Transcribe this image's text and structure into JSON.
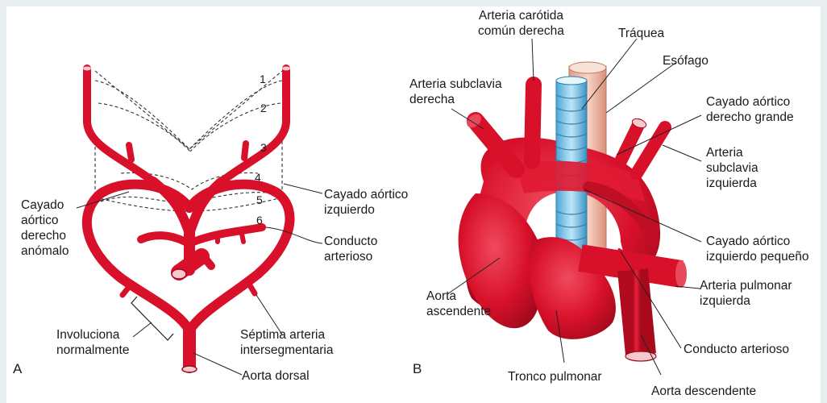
{
  "panel_a": {
    "letter": "A",
    "arch_numbers": [
      "1",
      "2",
      "3",
      "4",
      "5",
      "6"
    ],
    "labels": {
      "right_arch": [
        "Cayado",
        "aórtico",
        "derecho",
        "anómalo"
      ],
      "left_arch": [
        "Cayado aórtico",
        "izquierdo"
      ],
      "ductus": [
        "Conducto",
        "arterioso"
      ],
      "involutes": [
        "Involuciona",
        "normalmente"
      ],
      "seventh": [
        "Séptima arteria",
        "intersegmentaria"
      ],
      "dorsal": "Aorta dorsal"
    }
  },
  "panel_b": {
    "letter": "B",
    "labels": {
      "carotid": [
        "Arteria carótida",
        "común derecha"
      ],
      "trachea": "Tráquea",
      "esophagus": "Esófago",
      "right_subclavian": [
        "Arteria subclavia",
        "derecha"
      ],
      "large_right_arch": [
        "Cayado aórtico",
        "derecho grande"
      ],
      "left_subclavian": [
        "Arteria",
        "subclavia",
        "izquierda"
      ],
      "small_left_arch": [
        "Cayado aórtico",
        "izquierdo pequeño"
      ],
      "left_pulmonary": [
        "Arteria pulmonar",
        "izquierda"
      ],
      "ascending": [
        "Aorta",
        "ascendente"
      ],
      "ductus": "Conducto arterioso",
      "pulmonary_trunk": "Tronco pulmonar",
      "descending": "Aorta descendente"
    }
  },
  "colors": {
    "vessel": "#d8102a",
    "vessel_dark": "#9e0a1c",
    "vessel_light": "#f0566a",
    "trachea": "#7cc6e8",
    "esophagus": "#f2b8a4"
  }
}
